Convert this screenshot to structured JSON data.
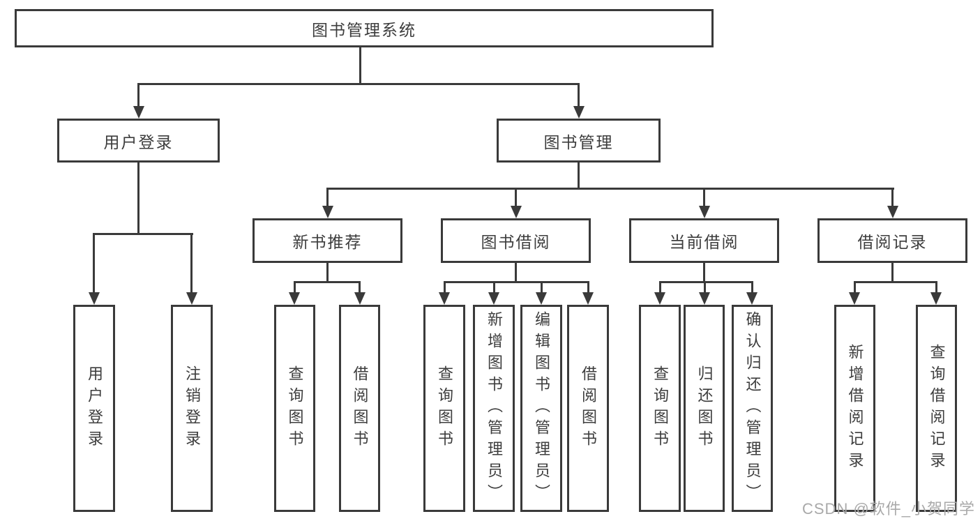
{
  "diagram_title": "图书管理系统",
  "tree": {
    "root": {
      "label": "图书管理系统"
    },
    "branches": [
      {
        "label": "用户登录",
        "children": [
          {
            "label": "用户登录"
          },
          {
            "label": "注销登录"
          }
        ]
      },
      {
        "label": "图书管理",
        "children": [
          {
            "label": "新书推荐",
            "children": [
              {
                "label": "查询图书"
              },
              {
                "label": "借阅图书"
              }
            ]
          },
          {
            "label": "图书借阅",
            "children": [
              {
                "label": "查询图书"
              },
              {
                "label": "新增图书（管理员）"
              },
              {
                "label": "编辑图书（管理员）"
              },
              {
                "label": "借阅图书"
              }
            ]
          },
          {
            "label": "当前借阅",
            "children": [
              {
                "label": "查询图书"
              },
              {
                "label": "归还图书"
              },
              {
                "label": "确认归还（管理员）"
              }
            ]
          },
          {
            "label": "借阅记录",
            "children": [
              {
                "label": "新增借阅记录"
              },
              {
                "label": "查询借阅记录"
              }
            ]
          }
        ]
      }
    ]
  },
  "watermark": {
    "text": "CSDN @软件_小贺同学"
  },
  "colors": {
    "box_border": "#3a3a3a",
    "connector_line": "#3a3a3a",
    "text": "#3d3d3d",
    "watermark_text": "#a9a9a9",
    "background": "#ffffff"
  }
}
